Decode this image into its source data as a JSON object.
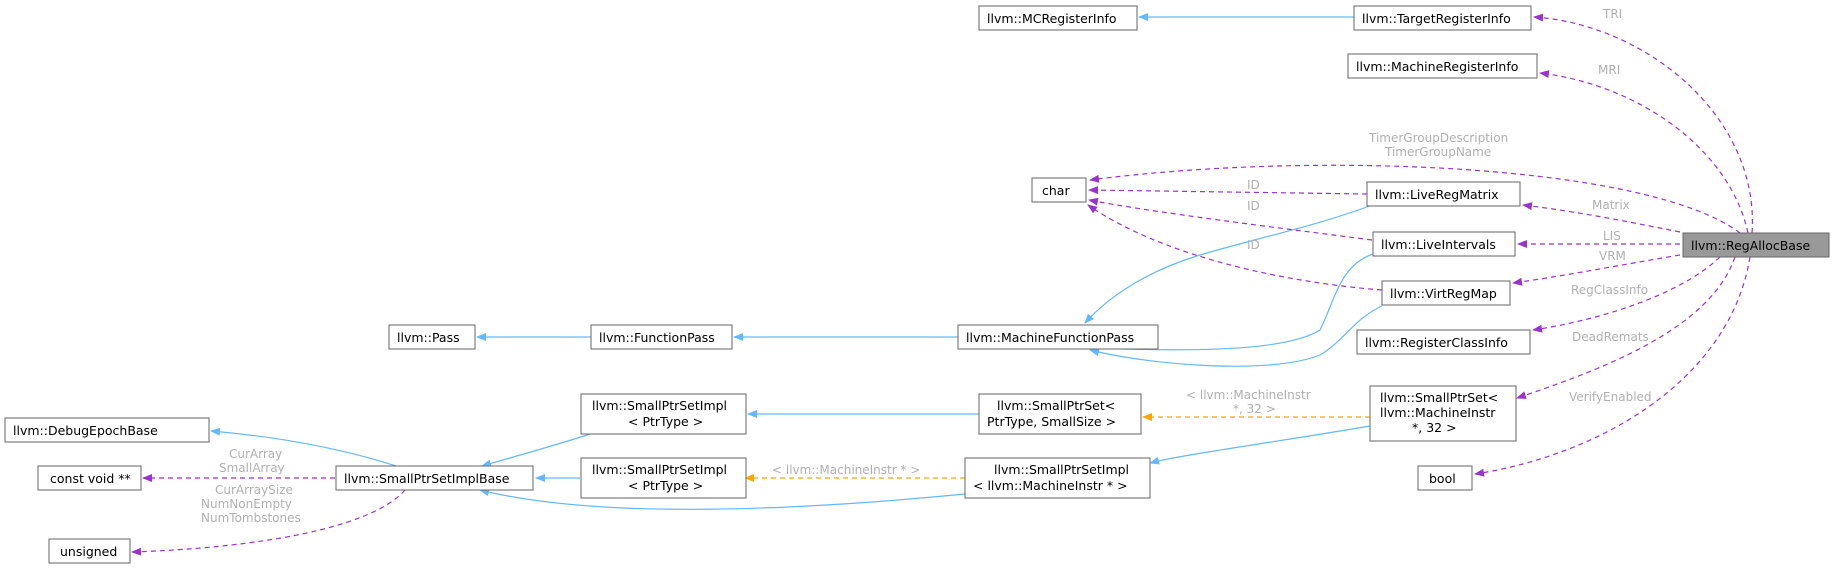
{
  "colors": {
    "inheritance": "#63b8ff",
    "member_usage": "#9a32cd",
    "template_instance": "#ffa500",
    "highlight_fill": "#999999",
    "edge_label": "#b0b0b0"
  },
  "nodes": {
    "regallocbase": "llvm::RegAllocBase",
    "targetregisterinfo": "llvm::TargetRegisterInfo",
    "mcregisterinfo": "llvm::MCRegisterInfo",
    "machineregisterinfo": "llvm::MachineRegisterInfo",
    "char": "char",
    "liveregmatrix": "llvm::LiveRegMatrix",
    "liveintervals": "llvm::LiveIntervals",
    "virtregmap": "llvm::VirtRegMap",
    "registerclassinfo": "llvm::RegisterClassInfo",
    "pass": "llvm::Pass",
    "functionpass": "llvm::FunctionPass",
    "machinefunctionpass": "llvm::MachineFunctionPass",
    "debugepochbase": "llvm::DebugEpochBase",
    "constvoid": "const void **",
    "unsigned": "unsigned",
    "smallptrsetimplbase": "llvm::SmallPtrSetImplBase",
    "smallptrsetimpl_ptrtype_a": [
      "llvm::SmallPtrSetImpl",
      "< PtrType >"
    ],
    "smallptrsetimpl_ptrtype_b": [
      "llvm::SmallPtrSetImpl",
      "< PtrType >"
    ],
    "smallptrset_ptrtype": [
      "llvm::SmallPtrSet<",
      "PtrType, SmallSize >"
    ],
    "smallptrsetimpl_mi": [
      "llvm::SmallPtrSetImpl",
      "< llvm::MachineInstr * >"
    ],
    "smallptrset_mi32": [
      "llvm::SmallPtrSet<",
      "llvm::MachineInstr",
      "*, 32 >"
    ],
    "bool": "bool"
  },
  "edge_labels": {
    "tri": "TRI",
    "mri": "MRI",
    "timergroup": [
      "TimerGroupDescription",
      "TimerGroupName"
    ],
    "id_liveregmatrix": "ID",
    "id_liveintervals": "ID",
    "id_virtregmap": "ID",
    "matrix": "Matrix",
    "lis": "LIS",
    "vrm": "VRM",
    "regclassinfo": "RegClassInfo",
    "deadremats": "DeadRemats",
    "verifyenabled": "VerifyEnabled",
    "curarray": [
      "CurArray",
      "SmallArray"
    ],
    "cursize": [
      "CurArraySize",
      "NumNonEmpty",
      "NumTombstones"
    ],
    "tmpl_mi32": [
      "< llvm::MachineInstr",
      "*, 32 >"
    ],
    "tmpl_mi": "< llvm::MachineInstr * >"
  }
}
